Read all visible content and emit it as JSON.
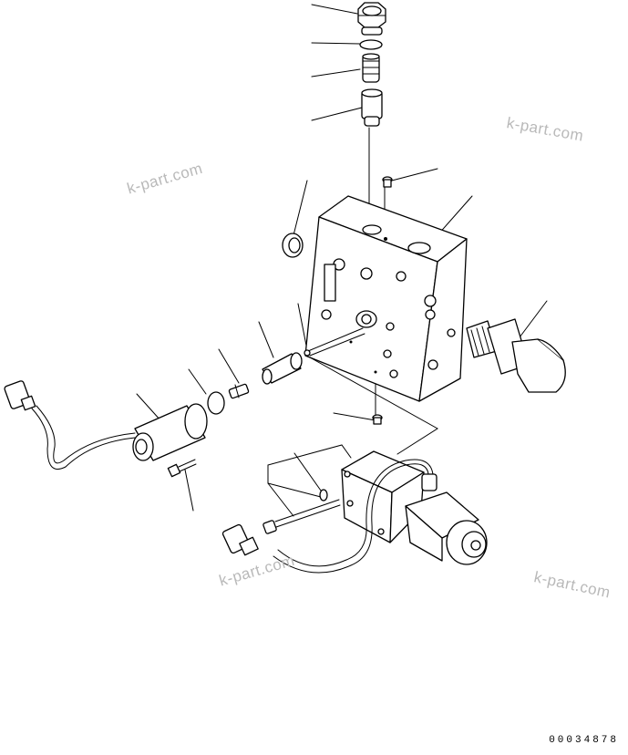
{
  "watermarks": [
    "k-part.com",
    "k-part.com",
    "k-part.com",
    "k-part.com"
  ],
  "document": {
    "number": "00034878"
  }
}
